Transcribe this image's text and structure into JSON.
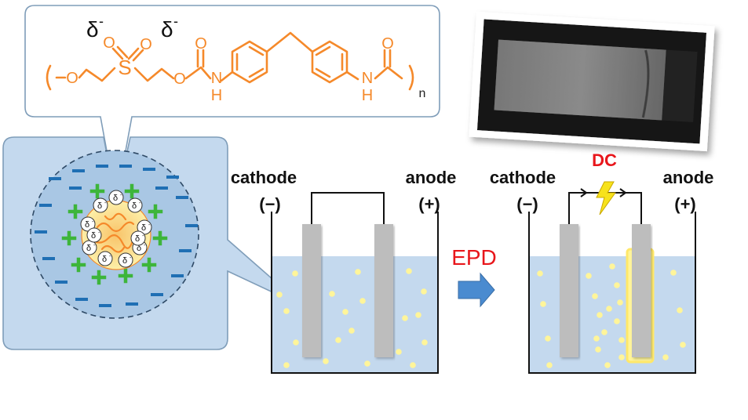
{
  "structure": {
    "delta_left": "δ",
    "delta_right": "δ",
    "delta_sup": "-",
    "atom_O1": "O",
    "atom_S": "S",
    "atom_O_left": "O",
    "atom_O_right": "O",
    "atom_O2": "O",
    "atom_O_carbonyl1": "O",
    "atom_N1": "N",
    "atom_H1": "H",
    "atom_O_carbonyl2": "O",
    "atom_N2": "N",
    "atom_H2": "H",
    "repeat_n": "n"
  },
  "particle": {
    "delta_label": "δ",
    "delta_sup": "-"
  },
  "cell_before": {
    "cathode_label": "cathode",
    "cathode_sign": "(−)",
    "anode_label": "anode",
    "anode_sign": "(+)"
  },
  "arrow_label": "EPD",
  "cell_after": {
    "cathode_label": "cathode",
    "cathode_sign": "(−)",
    "anode_label": "anode",
    "anode_sign": "(+)",
    "dc_label": "DC"
  },
  "colors": {
    "polymer": "#F5892A",
    "liquid": "#C4D9EE",
    "electrode": "#BDBDBD",
    "particles": "#FFF59A",
    "positive": "#3DB53A",
    "negative": "#1F6FB4",
    "epd_text": "#E8161B",
    "arrow": "#4A8BD0",
    "dc_text": "#E8161B",
    "bolt": "#F7E21B"
  }
}
